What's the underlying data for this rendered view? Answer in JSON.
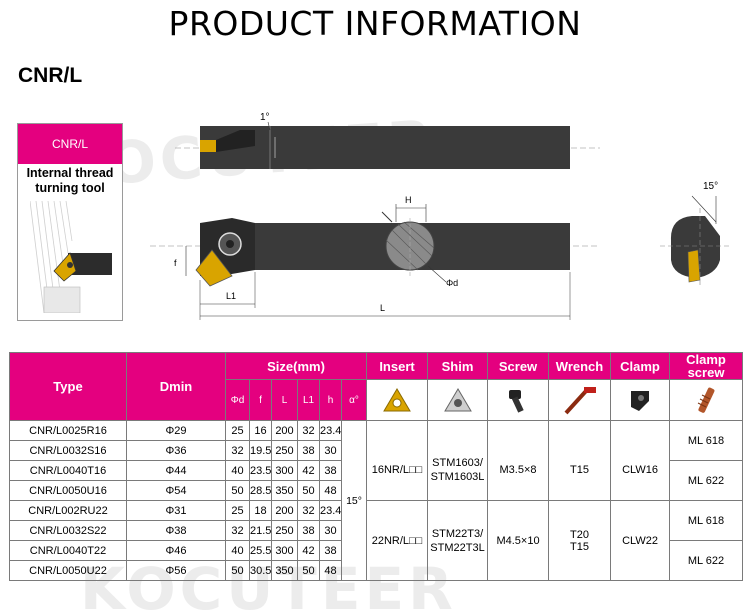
{
  "page": {
    "title": "PRODUCT INFORMATION",
    "product_code": "CNR/L",
    "watermark": "KOCUTEER"
  },
  "infobox": {
    "code": "CNR/L",
    "description_line1": "Internal thread",
    "description_line2": "turning tool"
  },
  "drawing": {
    "angle_top": "1°",
    "angle_side": "15°",
    "label_H": "H",
    "label_f": "f",
    "label_phid": "Φd",
    "label_L1": "L1",
    "label_L": "L"
  },
  "table": {
    "headers": {
      "type": "Type",
      "dmin": "Dmin",
      "size": "Size(mm)",
      "insert": "Insert",
      "shim": "Shim",
      "screw": "Screw",
      "wrench": "Wrench",
      "clamp": "Clamp",
      "clamp_screw_1": "Clamp",
      "clamp_screw_2": "screw"
    },
    "subheaders": {
      "phid": "Φd",
      "f": "f",
      "L": "L",
      "L1": "L1",
      "h": "h",
      "alpha": "α°"
    },
    "rows": [
      {
        "type": "CNR/L0025R16",
        "dmin": "Φ29",
        "d": "25",
        "f": "16",
        "L": "200",
        "L1": "32",
        "h": "23.4"
      },
      {
        "type": "CNR/L0032S16",
        "dmin": "Φ36",
        "d": "32",
        "f": "19.5",
        "L": "250",
        "L1": "38",
        "h": "30"
      },
      {
        "type": "CNR/L0040T16",
        "dmin": "Φ44",
        "d": "40",
        "f": "23.5",
        "L": "300",
        "L1": "42",
        "h": "38"
      },
      {
        "type": "CNR/L0050U16",
        "dmin": "Φ54",
        "d": "50",
        "f": "28.5",
        "L": "350",
        "L1": "50",
        "h": "48"
      },
      {
        "type": "CNR/L002RU22",
        "dmin": "Φ31",
        "d": "25",
        "f": "18",
        "L": "200",
        "L1": "32",
        "h": "23.4"
      },
      {
        "type": "CNR/L0032S22",
        "dmin": "Φ38",
        "d": "32",
        "f": "21.5",
        "L": "250",
        "L1": "38",
        "h": "30"
      },
      {
        "type": "CNR/L0040T22",
        "dmin": "Φ46",
        "d": "40",
        "f": "25.5",
        "L": "300",
        "L1": "42",
        "h": "38"
      },
      {
        "type": "CNR/L0050U22",
        "dmin": "Φ56",
        "d": "50",
        "f": "30.5",
        "L": "350",
        "L1": "50",
        "h": "48"
      }
    ],
    "alpha": "15°",
    "group16": {
      "insert": "16NR/L□□",
      "shim_1": "STM1603/",
      "shim_2": "STM1603L",
      "screw": "M3.5×8",
      "wrench": "T15",
      "clamp": "CLW16",
      "clamp_screw_a": "ML 618",
      "clamp_screw_b": "ML 622"
    },
    "group22": {
      "insert": "22NR/L□□",
      "shim_1": "STM22T3/",
      "shim_2": "STM22T3L",
      "screw": "M4.5×10",
      "wrench_1": "T20",
      "wrench_2": "T15",
      "clamp": "CLW22",
      "clamp_screw_a": "ML 618",
      "clamp_screw_b": "ML 622"
    }
  },
  "colors": {
    "header_magenta": "#e4007f",
    "tool_body": "#3a3a3a",
    "insert_gold": "#d9a400"
  }
}
